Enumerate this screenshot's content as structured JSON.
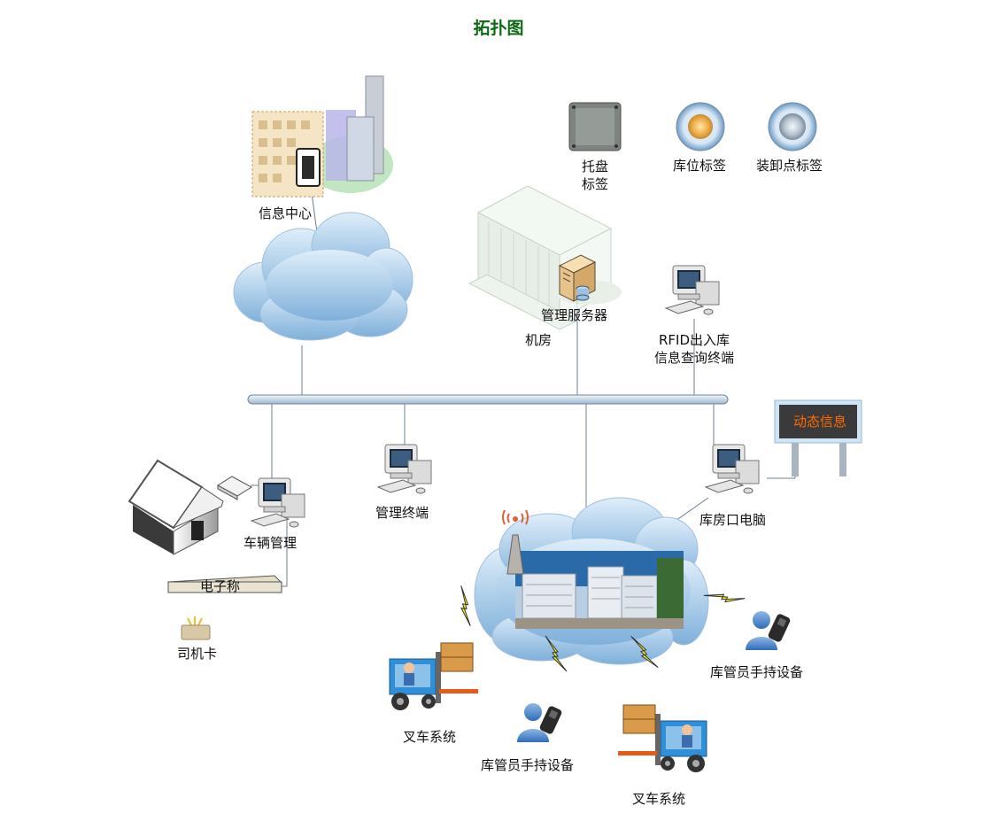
{
  "title": "拓扑图",
  "labels": {
    "info_center": "信息中心",
    "pallet_tag_l1": "托盘",
    "pallet_tag_l2": "标签",
    "location_tag": "库位标签",
    "loading_tag": "装卸点标签",
    "mgmt_server": "管理服务器",
    "machine_room": "机房",
    "rfid_l1": "RFID出入库",
    "rfid_l2": "信息查询终端",
    "vehicle_mgmt": "车辆管理",
    "mgmt_terminal": "管理终端",
    "warehouse_pc": "库房口电脑",
    "dynamic_info": "动态信息",
    "scale": "电子称",
    "driver_card": "司机卡",
    "handheld_1": "库管员手持设备",
    "handheld_2": "库管员手持设备",
    "forklift_1": "叉车系统",
    "forklift_2": "叉车系统"
  },
  "colors": {
    "title": "#0c6b12",
    "sign_text": "#ff6a00",
    "bus": "#c8d8e8"
  }
}
